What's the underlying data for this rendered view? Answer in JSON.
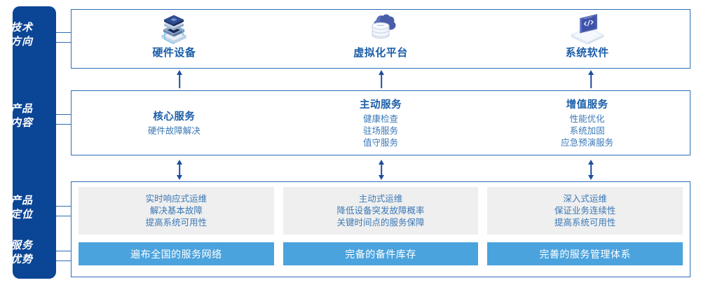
{
  "sidebar": {
    "color": "#0B4595",
    "items": [
      {
        "name": "tech-direction",
        "line1": "技术",
        "line2": "方向"
      },
      {
        "name": "product-content",
        "line1": "产品",
        "line2": "内容"
      },
      {
        "name": "product-position",
        "line1": "产品",
        "line2": "定位"
      },
      {
        "name": "service-advantage",
        "line1": "服务",
        "line2": "优势"
      }
    ]
  },
  "tech_row": {
    "items": [
      {
        "icon": "server-stack-icon",
        "label": "硬件设备"
      },
      {
        "icon": "cloud-database-icon",
        "label": "虚拟化平台"
      },
      {
        "icon": "laptop-code-icon",
        "label": "系统软件"
      }
    ]
  },
  "product_row": {
    "columns": [
      {
        "title": "核心服务",
        "items": [
          "硬件故障解决"
        ]
      },
      {
        "title": "主动服务",
        "items": [
          "健康检查",
          "驻场服务",
          "值守服务"
        ]
      },
      {
        "title": "增值服务",
        "items": [
          "性能优化",
          "系统加固",
          "应急预演服务"
        ]
      }
    ]
  },
  "bottom_row": {
    "columns": [
      {
        "positioning": [
          "实时响应式运维",
          "解决基本故障",
          "提高系统可用性"
        ],
        "advantage": "遍布全国的服务网络"
      },
      {
        "positioning": [
          "主动式运维",
          "降低设备突发故障概率",
          "关键时间点的服务保障"
        ],
        "advantage": "完备的备件库存"
      },
      {
        "positioning": [
          "深入式运维",
          "保证业务连续性",
          "提高系统可用性"
        ],
        "advantage": "完善的服务管理体系"
      }
    ]
  },
  "colors": {
    "sidebar_blue": "#0B4595",
    "border_blue": "#2E6EB5",
    "heading_blue": "#1B5EA8",
    "body_blue": "#3B78B5",
    "bar_blue": "#4BA3DE",
    "gray_box": "#EFEFEF",
    "arrow_blue": "#1E4E9C"
  }
}
